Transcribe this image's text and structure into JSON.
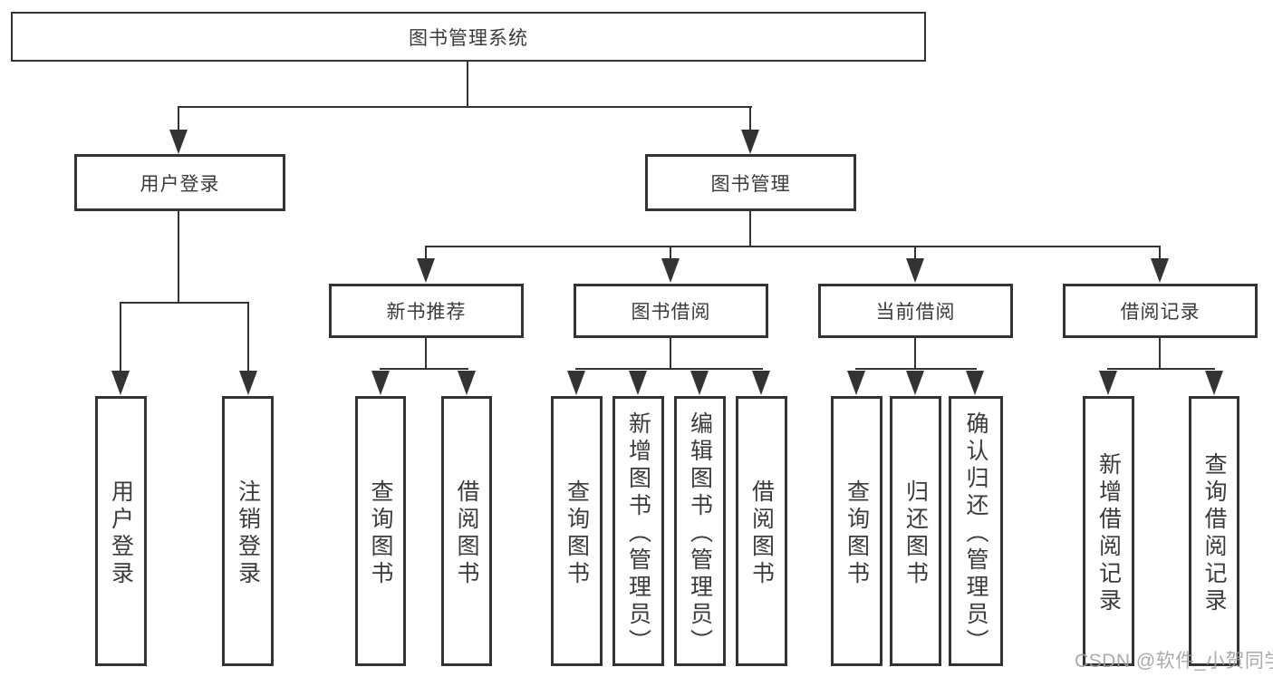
{
  "diagram": {
    "root": {
      "label": "图书管理系统"
    },
    "branches": [
      {
        "label": "用户登录",
        "children": [
          {
            "label": "用户登录"
          },
          {
            "label": "注销登录"
          }
        ]
      },
      {
        "label": "图书管理",
        "children": [
          {
            "label": "新书推荐",
            "children": [
              {
                "label": "查询图书"
              },
              {
                "label": "借阅图书"
              }
            ]
          },
          {
            "label": "图书借阅",
            "children": [
              {
                "label": "查询图书"
              },
              {
                "label": "新增图书（管理员）"
              },
              {
                "label": "编辑图书（管理员）"
              },
              {
                "label": "借阅图书"
              }
            ]
          },
          {
            "label": "当前借阅",
            "children": [
              {
                "label": "查询图书"
              },
              {
                "label": "归还图书"
              },
              {
                "label": "确认归还（管理员）"
              }
            ]
          },
          {
            "label": "借阅记录",
            "children": [
              {
                "label": "新增借阅记录"
              },
              {
                "label": "查询借阅记录"
              }
            ]
          }
        ]
      }
    ]
  },
  "watermark": {
    "text": "CSDN @软件_小贺同学"
  },
  "colors": {
    "line": "#333333",
    "text": "#3b3b3b",
    "watermark": "#9e9e9e",
    "background": "#ffffff"
  }
}
